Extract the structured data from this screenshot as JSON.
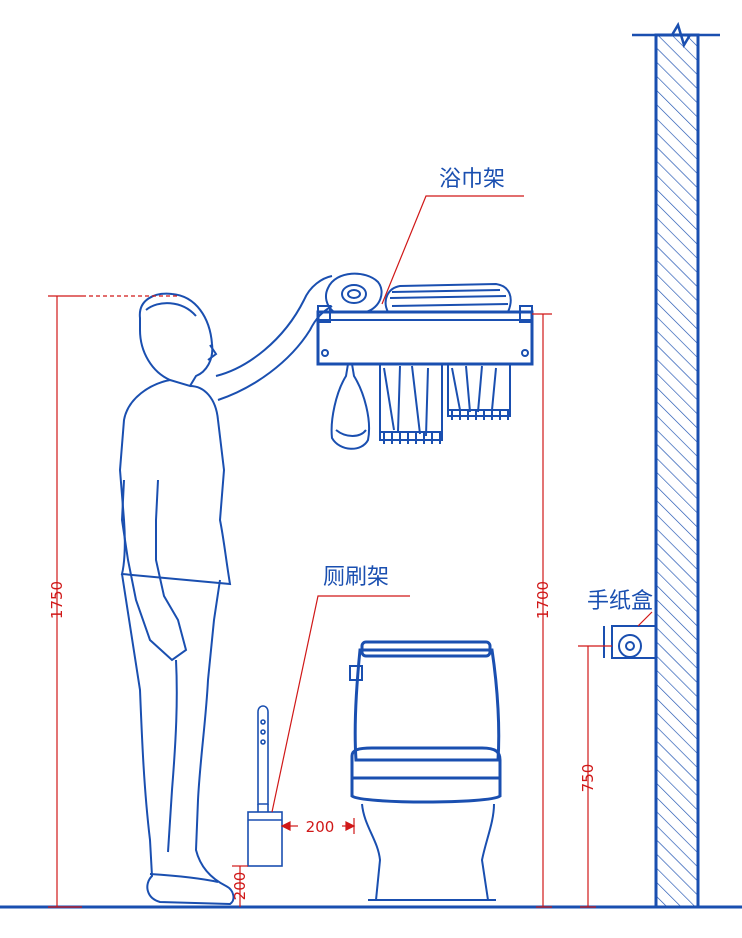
{
  "labels": {
    "towel_rack": "浴巾架",
    "toilet_brush_holder": "厕刷架",
    "tissue_box": "手纸盒"
  },
  "dimensions": {
    "person_height": "1750",
    "towel_rack_height": "1700",
    "tissue_box_height": "750",
    "brush_holder_gap": "200",
    "brush_holder_height": "200"
  },
  "colors": {
    "line": "#1a4fb0",
    "dimension": "#d01818",
    "background": "#ffffff"
  }
}
